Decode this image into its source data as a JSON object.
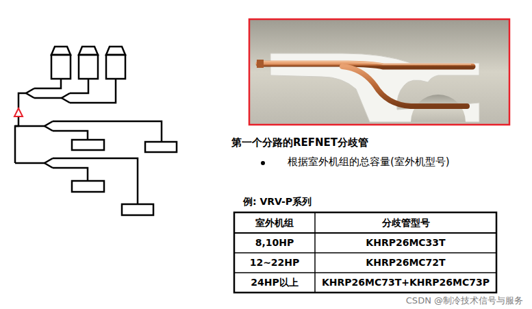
{
  "diagram": {
    "title": "第一个分路的REFNET分歧管",
    "labels": [
      "根据室外机组的总容量(室外机型号)",
      "例: VRV-P系列",
      "室外机组",
      "分歧管型号",
      "8,10HP",
      "KHRP26MC33T",
      "12~22HP",
      "KHRP26MC72T",
      "24HP以上",
      "KHRP26MC73T+KHRP26MC73P",
      "CSDN @制冷技术信号与服务"
    ]
  }
}
